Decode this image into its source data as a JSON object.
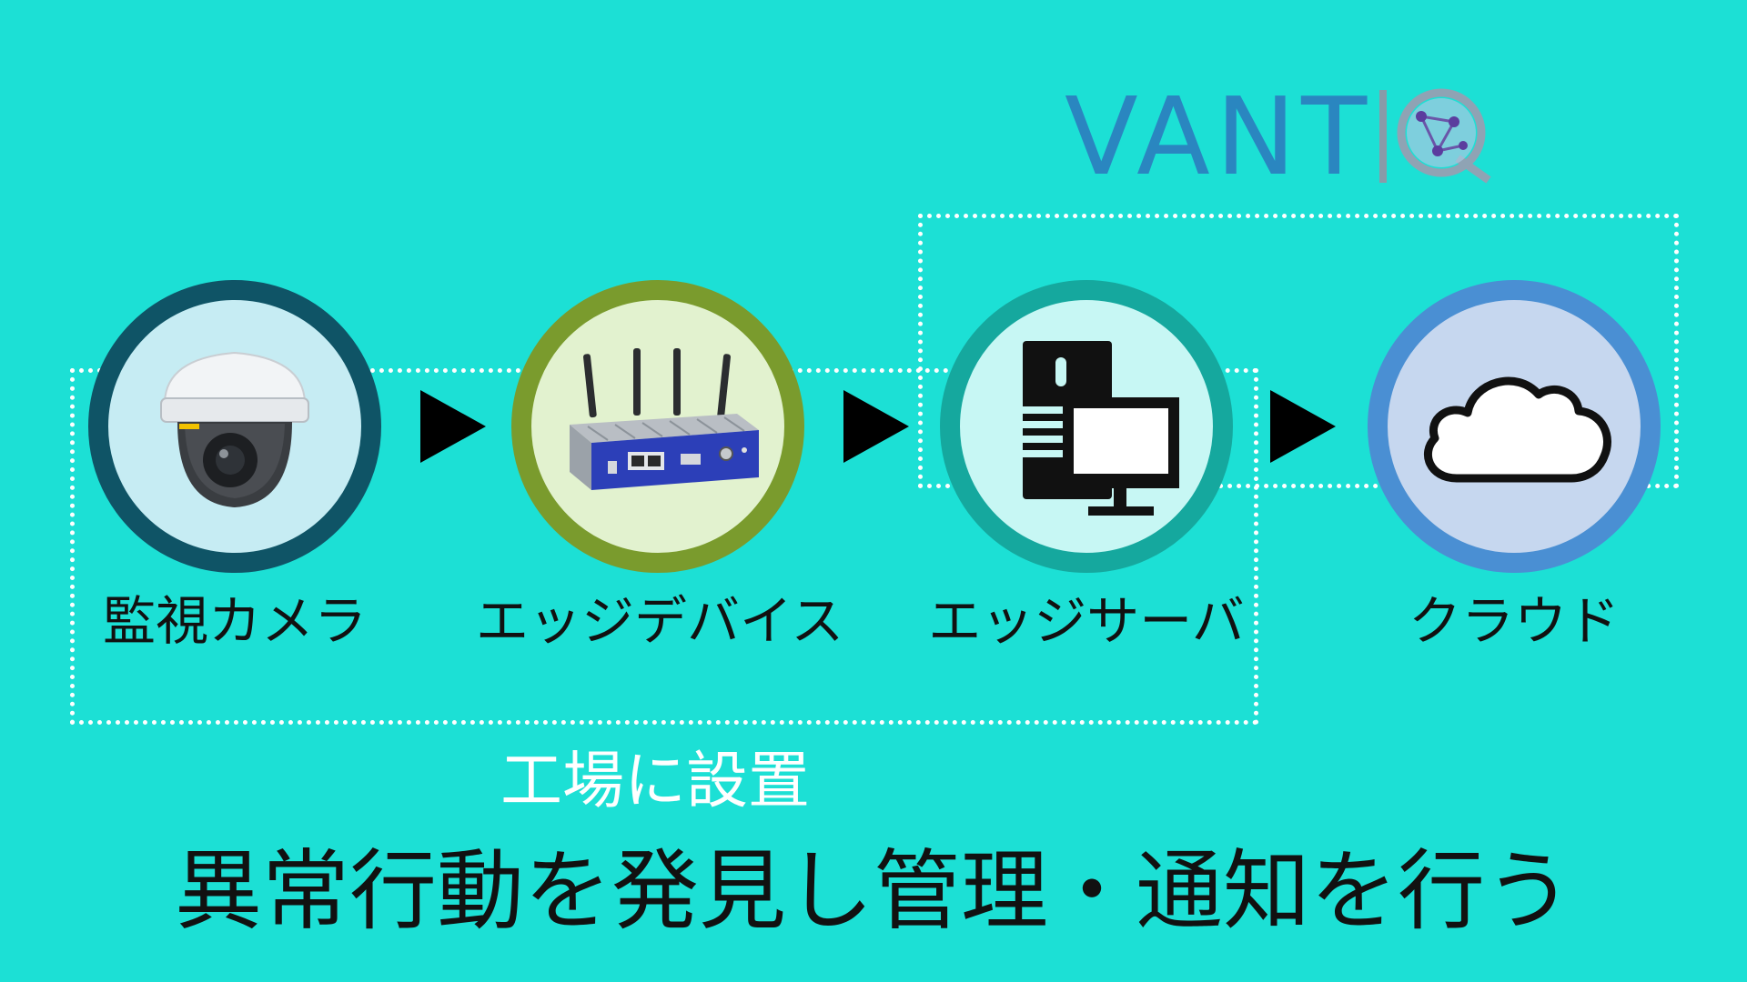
{
  "logo": {
    "text": "VANTIQ",
    "text_main": "VANT",
    "brand_color": "#2a86c0"
  },
  "nodes": [
    {
      "id": "camera",
      "label": "監視カメラ",
      "icon": "dome-camera-icon",
      "ring_color": "#0f5466"
    },
    {
      "id": "device",
      "label": "エッジデバイス",
      "icon": "edge-device-icon",
      "ring_color": "#7a9b2d"
    },
    {
      "id": "server",
      "label": "エッジサーバ",
      "icon": "server-monitor-icon",
      "ring_color": "#15a89e"
    },
    {
      "id": "cloud",
      "label": "クラウド",
      "icon": "cloud-icon",
      "ring_color": "#4a8fd3"
    }
  ],
  "groups": {
    "site_caption": "工場に設置"
  },
  "main_caption": "異常行動を発見し管理・通知を行う",
  "colors": {
    "background": "#1ce0d5",
    "group_border": "#ffffff",
    "arrow": "#000000"
  }
}
